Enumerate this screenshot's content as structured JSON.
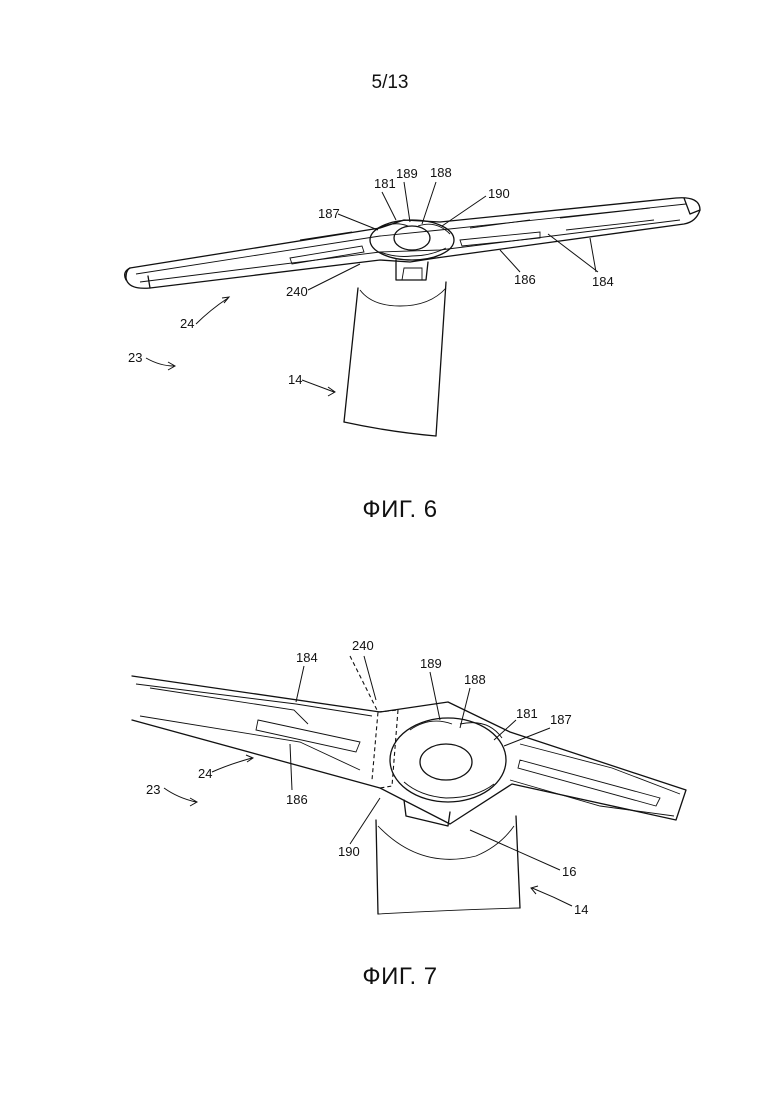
{
  "page_number": "5/13",
  "figures": [
    {
      "caption": "ФИГ. 6",
      "labels": {
        "l181": "181",
        "l189": "189",
        "l188": "188",
        "l187": "187",
        "l190": "190",
        "l240": "240",
        "l186": "186",
        "l184": "184",
        "l24": "24",
        "l23": "23",
        "l14": "14"
      }
    },
    {
      "caption": "ФИГ. 7",
      "labels": {
        "l184": "184",
        "l240": "240",
        "l189": "189",
        "l188": "188",
        "l181": "181",
        "l187": "187",
        "l24": "24",
        "l23": "23",
        "l186": "186",
        "l190": "190",
        "l16": "16",
        "l14": "14"
      }
    }
  ]
}
